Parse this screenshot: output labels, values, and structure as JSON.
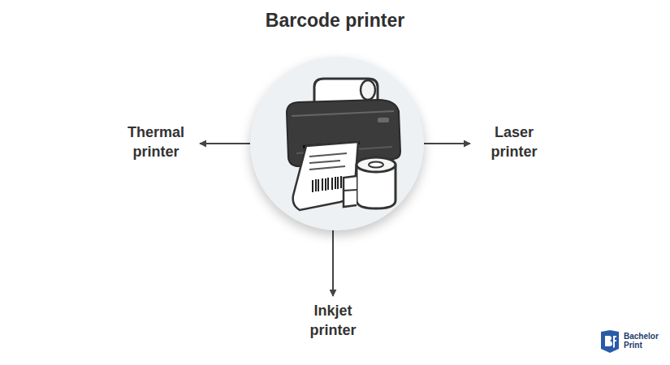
{
  "diagram": {
    "title": "Barcode printer",
    "nodes": [
      {
        "text": []
      },
      {
        "text": [
          "Thermal printer"
        ]
      },
      {
        "text": [
          "Laser printer"
        ]
      },
      {
        "text": [
          "Inkjet printer"
        ]
      }
    ],
    "edges": [
      {
        "from": 0,
        "to": 1,
        "arrow": "to"
      },
      {
        "from": 0,
        "to": 2,
        "arrow": "to"
      },
      {
        "from": 0,
        "to": 3,
        "arrow": "to"
      }
    ],
    "labels": [
      "Bachelor Print"
    ]
  }
}
